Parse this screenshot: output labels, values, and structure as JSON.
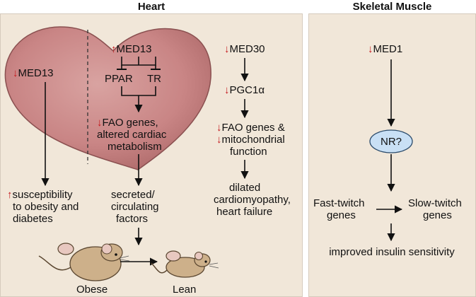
{
  "heart_panel": {
    "title": "Heart",
    "med13_left": "MED13",
    "med13_top": "MED13",
    "ppar": "PPAR",
    "tr": "TR",
    "fao_line1": "FAO genes,",
    "fao_line2": "altered cardiac",
    "fao_line3": "metabolism",
    "susc_line1": "susceptibility",
    "susc_line2": "to obesity and",
    "susc_line3": "diabetes",
    "secreted_line1": "secreted/",
    "secreted_line2": "circulating",
    "secreted_line3": "factors",
    "obese": "Obese",
    "lean": "Lean",
    "med30": "MED30",
    "pgc1a": "PGC1α",
    "fao2_line1": "FAO genes &",
    "fao2_line2": "mitochondrial",
    "fao2_line3": "function",
    "dilated_line1": "dilated",
    "dilated_line2": "cardiomyopathy,",
    "dilated_line3": "heart failure"
  },
  "muscle_panel": {
    "title": "Skeletal Muscle",
    "med1": "MED1",
    "nr": "NR?",
    "fast_line1": "Fast-twitch",
    "fast_line2": "genes",
    "slow_line1": "Slow-twitch",
    "slow_line2": "genes",
    "insulin": "improved insulin sensitivity"
  },
  "symbols": {
    "up_arrow": "↑",
    "down_arrow": "↓"
  },
  "colors": {
    "panel_bg": "#f1e7d9",
    "heart": "#c98585",
    "indicator_red": "#c4171c",
    "nr_fill": "#c9e0f5",
    "mouse": "#cdb08a"
  }
}
